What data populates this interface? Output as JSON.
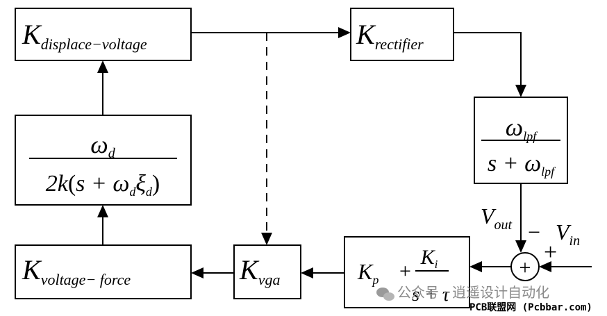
{
  "blocks": {
    "displace_voltage": {
      "symbol": "K",
      "subscript": "displace−voltage"
    },
    "rectifier": {
      "symbol": "K",
      "subscript": "rectifier"
    },
    "lpf": {
      "num_symbol": "ω",
      "num_sub": "lpf",
      "den_s": "s + ",
      "den_symbol": "ω",
      "den_sub": "lpf"
    },
    "plant": {
      "num_symbol": "ω",
      "num_sub": "d",
      "den_prefix": "2k",
      "den_open": "(",
      "den_s": "s + ",
      "den_omega": "ω",
      "den_omega_sub": "d",
      "den_xi": "ξ",
      "den_xi_sub": "d",
      "den_close": ")"
    },
    "voltage_force": {
      "symbol": "K",
      "subscript": "voltage− force"
    },
    "vga": {
      "symbol": "K",
      "subscript": "vga"
    },
    "pi": {
      "kp": "K",
      "kp_sub": "p",
      "plus": "+",
      "ki": "K",
      "ki_sub": "i",
      "den": "s + τ"
    }
  },
  "summing": {
    "symbol": "+",
    "minus_sign": "−",
    "plus_sign": "+",
    "vout": {
      "symbol": "V",
      "subscript": "out"
    },
    "vin": {
      "symbol": "V",
      "subscript": "in"
    }
  },
  "watermark": {
    "line1": "公众号 · 逍遥设计自动化",
    "line2": "PCB联盟网 (Pcbbar.com)"
  }
}
